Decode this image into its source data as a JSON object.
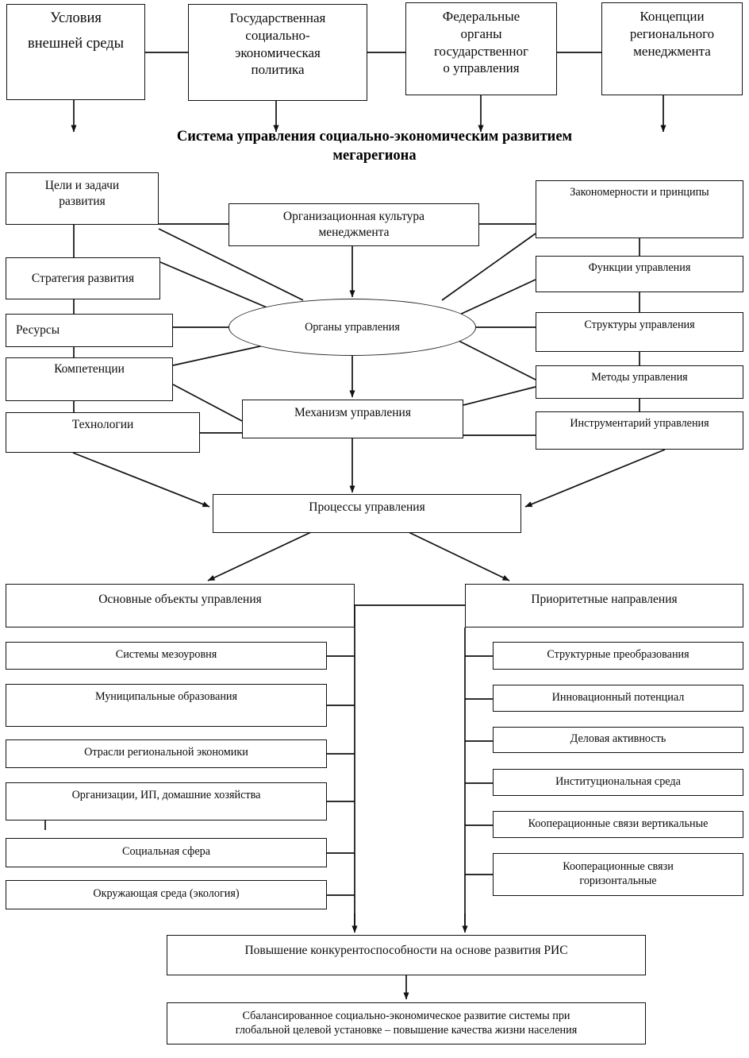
{
  "diagram": {
    "title": "Система управления социально-экономическим развитием мегарегиона",
    "title_line1": "Система управления социально-экономическим развитием",
    "title_line2": "мегарегиона",
    "top_row": [
      {
        "id": "external-conditions",
        "line1": "Условия",
        "line2": "внешней среды"
      },
      {
        "id": "state-policy",
        "line1": "Государственная",
        "line2": "социально-",
        "line3": "экономическая",
        "line4": "политика"
      },
      {
        "id": "federal-bodies",
        "line1": "Федеральные",
        "line2": "органы",
        "line3": "государственног",
        "line4": "о управления"
      },
      {
        "id": "regional-concepts",
        "line1": "Концепции",
        "line2": "регионального",
        "line3": "менеджмента"
      }
    ],
    "left_column": [
      {
        "id": "goals-tasks",
        "line1": "Цели и задачи",
        "line2": "развития"
      },
      {
        "id": "development-strategy",
        "label": "Стратегия развития"
      },
      {
        "id": "resources",
        "label": "Ресурсы"
      },
      {
        "id": "competencies",
        "label": "Компетенции"
      },
      {
        "id": "technologies",
        "label": "Технологии"
      }
    ],
    "right_column": [
      {
        "id": "laws-principles",
        "label": "Закономерности и принципы"
      },
      {
        "id": "management-functions",
        "label": "Функции управления"
      },
      {
        "id": "management-structures",
        "label": "Структуры управления"
      },
      {
        "id": "management-methods",
        "label": "Методы управления"
      },
      {
        "id": "management-toolkit",
        "label": "Инструментарий управления"
      }
    ],
    "center": {
      "org_culture_line1": "Организационная культура",
      "org_culture_line2": "менеджмента",
      "governing_bodies": "Органы управления",
      "management_mechanism": "Механизм управления",
      "management_processes": "Процессы управления"
    },
    "objects_group": {
      "header": "Основные объекты управления",
      "items": [
        "Системы мезоуровня",
        "Муниципальные образования",
        "Отрасли региональной экономики",
        "Организации, ИП, домашние хозяйства",
        "Социальная сфера",
        "Окружающая среда (экология)"
      ]
    },
    "priorities_group": {
      "header": "Приоритетные направления",
      "items": [
        "Структурные преобразования",
        "Инновационный потенциал",
        "Деловая активность",
        "Институциональная среда",
        "Кооперационные связи вертикальные"
      ],
      "last_item_line1": "Кооперационные связи",
      "last_item_line2": "горизонтальные"
    },
    "outcomes": {
      "competitiveness": "Повышение конкурентоспособности на основе развития РИС",
      "balanced_line1": "Сбалансированное социально-экономическое развитие системы при",
      "balanced_line2": "глобальной целевой установке – повышение качества жизни населения"
    },
    "colors": {
      "stroke": "#111111",
      "background": "#ffffff",
      "text": "#0b0b0b"
    }
  }
}
